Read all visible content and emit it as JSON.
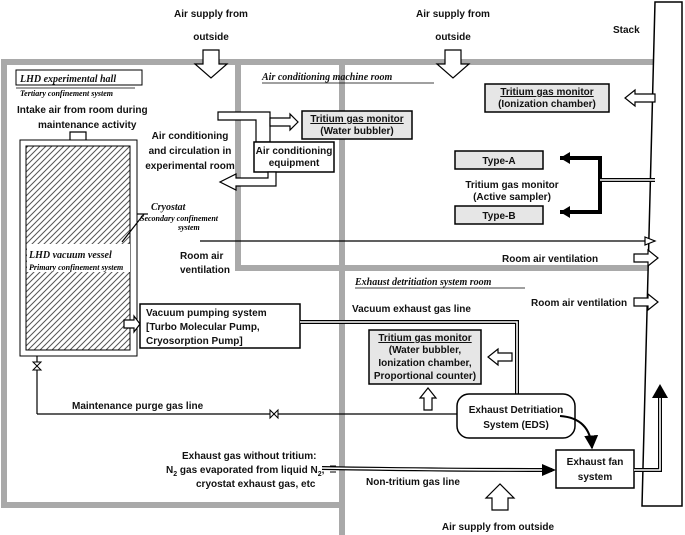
{
  "labels": {
    "air_supply_1": [
      "Air supply from",
      "outside"
    ],
    "air_supply_2": [
      "Air supply from",
      "outside"
    ],
    "stack": "Stack",
    "hall_title": "LHD experimental hall",
    "hall_sub": "Tertiary confinement system",
    "ac_room_title": "Air conditioning machine room",
    "intake": [
      "Intake air from room during",
      "maintenance activity"
    ],
    "ac_circ": [
      "Air conditioning",
      "and circulation in",
      "experimental room"
    ],
    "ac_equip": [
      "Air  conditioning",
      "equipment"
    ],
    "tgm_water": [
      "Tritium gas monitor",
      "(Water bubbler)"
    ],
    "tgm_ion": [
      "Tritium gas monitor",
      "(Ionization chamber)"
    ],
    "type_a": "Type-A",
    "type_b": "Type-B",
    "tgm_active": [
      "Tritium gas monitor",
      "(Active sampler)"
    ],
    "cryostat_title": "Cryostat",
    "cryostat_sub": [
      "Secondary confinement",
      "system"
    ],
    "vessel_title": "LHD vacuum vessel",
    "vessel_sub": "Primary confinement system",
    "room_air_vent": [
      "Room air",
      "ventilation"
    ],
    "room_air_vent_right1": "Room air ventilation",
    "room_air_vent_right2": "Room air ventilation",
    "eds_room_title": "Exhaust detritiation system room",
    "vacuum_exhaust": "Vacuum exhaust gas line",
    "vps": [
      "Vacuum pumping system",
      "[Turbo Molecular Pump,",
      "Cryosorption Pump]"
    ],
    "tgm_multi": [
      "Tritium gas monitor",
      "(Water bubbler,",
      "Ionization chamber,",
      "Proportional counter)"
    ],
    "maint_purge": "Maintenance purge gas line",
    "eds": [
      "Exhaust Detritiation",
      "System (EDS)"
    ],
    "exhaust_no_tritium": [
      "Exhaust gas without tritium:",
      "N",
      "2",
      " gas evaporated from liquid N",
      "2",
      ",",
      "cryostat exhaust gas, etc"
    ],
    "non_tritium": "Non-tritium gas line",
    "exhaust_fan": [
      "Exhaust fan",
      "system"
    ],
    "air_supply_bottom": "Air supply from outside"
  },
  "colors": {
    "room_wall": "#a9a9a9",
    "box_fill_gray": "#e6e6e6",
    "line": "#000000"
  }
}
